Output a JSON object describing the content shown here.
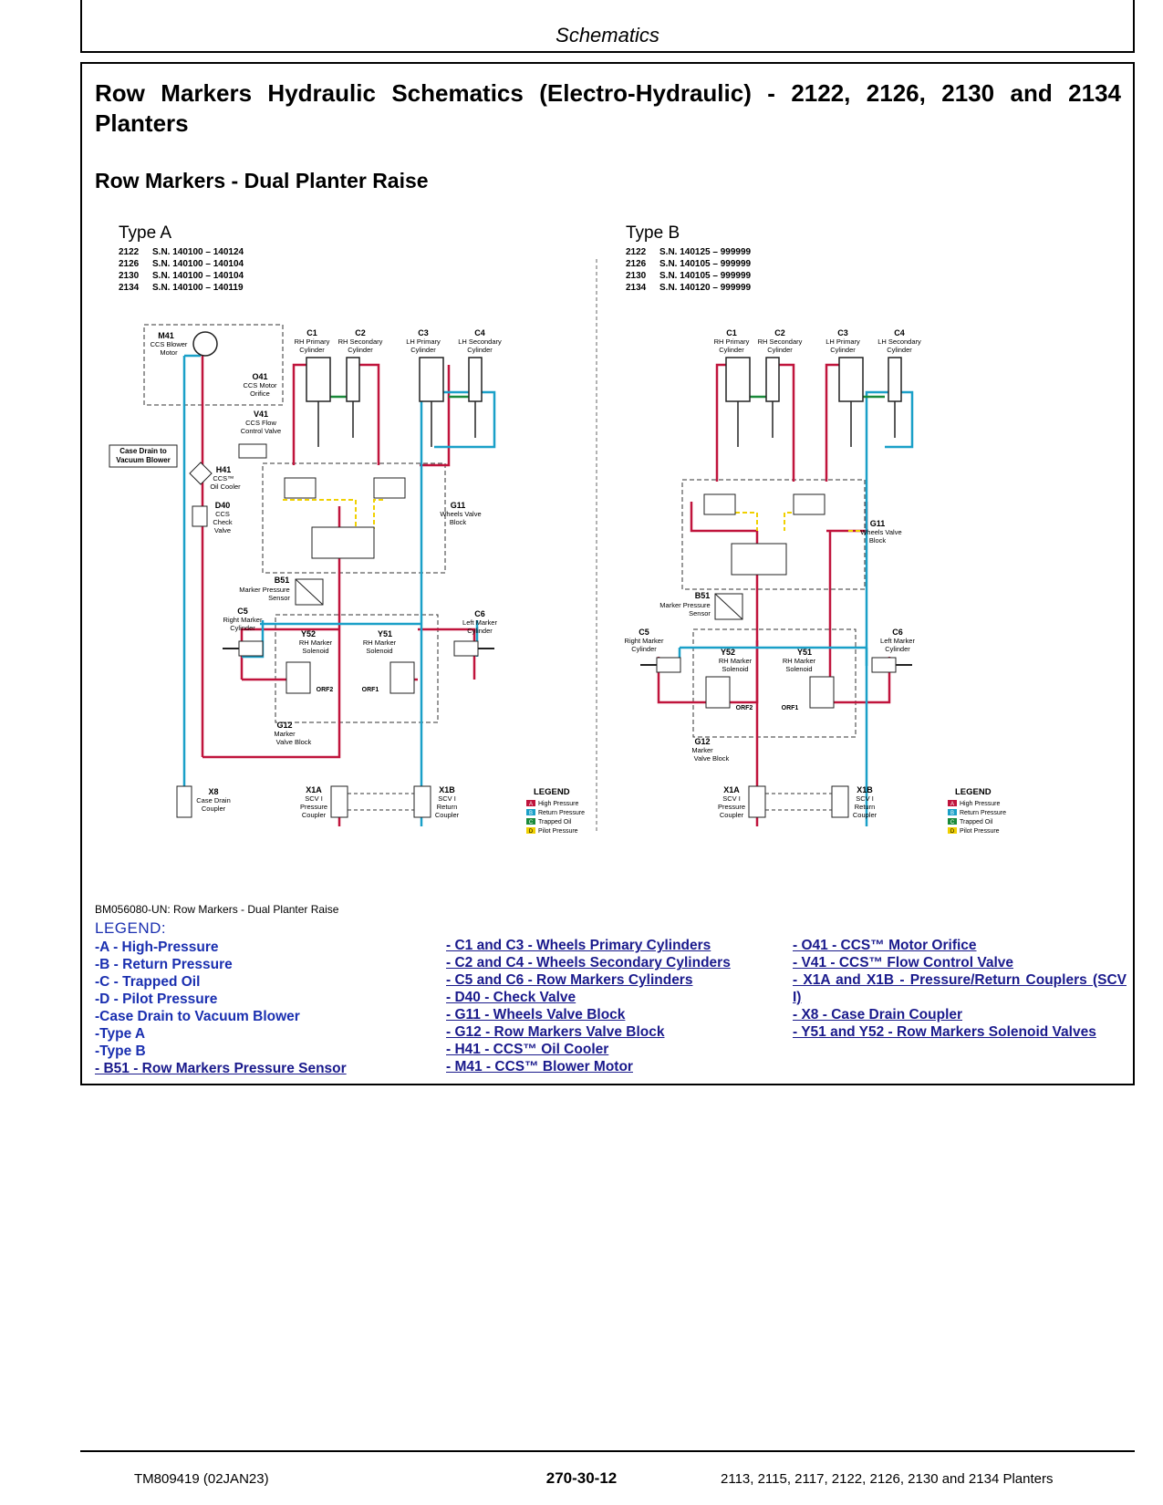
{
  "header": {
    "title": "Schematics"
  },
  "main": {
    "title": "Row Markers Hydraulic Schematics (Electro-Hydraulic) - 2122, 2126, 2130 and 2134 Planters",
    "section_title": "Row Markers - Dual Planter Raise"
  },
  "diagram": {
    "type_a": {
      "label": "Type A",
      "serials": [
        {
          "model": "2122",
          "sn": "S.N. 140100 – 140124"
        },
        {
          "model": "2126",
          "sn": "S.N. 140100 – 140104"
        },
        {
          "model": "2130",
          "sn": "S.N. 140100 – 140104"
        },
        {
          "model": "2134",
          "sn": "S.N. 140100 – 140119"
        }
      ]
    },
    "type_b": {
      "label": "Type B",
      "serials": [
        {
          "model": "2122",
          "sn": "S.N. 140125 – 999999"
        },
        {
          "model": "2126",
          "sn": "S.N. 140105 – 999999"
        },
        {
          "model": "2130",
          "sn": "S.N. 140105 – 999999"
        },
        {
          "model": "2134",
          "sn": "S.N. 140120 – 999999"
        }
      ]
    },
    "components": {
      "c1": {
        "code": "C1",
        "line1": "RH Primary",
        "line2": "Cylinder"
      },
      "c2": {
        "code": "C2",
        "line1": "RH Secondary",
        "line2": "Cylinder"
      },
      "c3": {
        "code": "C3",
        "line1": "LH Primary",
        "line2": "Cylinder"
      },
      "c4": {
        "code": "C4",
        "line1": "LH Secondary",
        "line2": "Cylinder"
      },
      "m41": {
        "code": "M41",
        "line1": "CCS Blower",
        "line2": "Motor"
      },
      "o41": {
        "code": "O41",
        "line1": "CCS Motor",
        "line2": "Orifice"
      },
      "v41": {
        "code": "V41",
        "line1": "CCS Flow",
        "line2": "Control Valve"
      },
      "h41": {
        "code": "H41",
        "line1": "CCS™",
        "line2": "Oil Cooler"
      },
      "d40": {
        "code": "D40",
        "line1": "CCS",
        "line2": "Check",
        "line3": "Valve"
      },
      "g11": {
        "code": "G11",
        "line1": "Wheels Valve",
        "line2": "Block"
      },
      "b51": {
        "code": "B51",
        "line1": "Marker Pressure",
        "line2": "Sensor"
      },
      "c5": {
        "code": "C5",
        "line1": "Right Marker",
        "line2": "Cylinder"
      },
      "c6": {
        "code": "C6",
        "line1": "Left Marker",
        "line2": "Cylinder"
      },
      "y52": {
        "code": "Y52",
        "line1": "RH Marker",
        "line2": "Solenoid"
      },
      "y51": {
        "code": "Y51",
        "line1": "RH Marker",
        "line2": "Solenoid"
      },
      "orf2": {
        "code": "ORF2"
      },
      "orf1": {
        "code": "ORF1"
      },
      "g12": {
        "code": "G12",
        "line1": "Marker",
        "line2": "Valve Block"
      },
      "x8": {
        "code": "X8",
        "line1": "Case Drain",
        "line2": "Coupler"
      },
      "x1a": {
        "code": "X1A",
        "line1": "SCV I",
        "line2": "Pressure",
        "line3": "Coupler"
      },
      "x1b": {
        "code": "X1B",
        "line1": "SCV I",
        "line2": "Return",
        "line3": "Coupler"
      },
      "case_drain": {
        "line1": "Case Drain to",
        "line2": "Vacuum Blower"
      }
    },
    "diagram_legend": {
      "title": "LEGEND",
      "items": [
        {
          "key": "A",
          "label": "High Pressure",
          "color": "#c0143c"
        },
        {
          "key": "B",
          "label": "Return Pressure",
          "color": "#1aa0c8"
        },
        {
          "key": "C",
          "label": "Trapped Oil",
          "color": "#1a8a3a"
        },
        {
          "key": "D",
          "label": "Pilot Pressure",
          "color": "#f0d000"
        }
      ]
    },
    "colors": {
      "high_pressure": "#c0143c",
      "return_pressure": "#1aa0c8",
      "trapped_oil": "#1a8a3a",
      "pilot_pressure": "#f0d000"
    },
    "caption": "BM056080-UN: Row Markers - Dual Planter Raise"
  },
  "legend": {
    "heading": "LEGEND:",
    "col1": [
      "-A - High-Pressure",
      "-B - Return Pressure",
      "-C - Trapped Oil",
      "-D - Pilot Pressure",
      "-Case Drain to Vacuum Blower",
      "-Type A",
      "-Type B",
      "- B51 - Row Markers Pressure Sensor"
    ],
    "col2": [
      "- C1 and C3 - Wheels Primary Cylinders",
      "- C2 and C4 - Wheels Secondary Cylinders",
      "- C5 and C6 - Row Markers Cylinders",
      "- D40 - Check Valve",
      "- G11 - Wheels Valve Block",
      "- G12 - Row Markers Valve Block",
      "- H41 - CCS™ Oil Cooler",
      "- M41 - CCS™ Blower Motor"
    ],
    "col3": [
      "- O41 - CCS™ Motor Orifice",
      "- V41 - CCS™ Flow Control Valve",
      "- X1A and X1B - Pressure/Return Couplers (SCV I)",
      "- X8 - Case Drain Coupler",
      "- Y51 and Y52 - Row Markers Solenoid Valves"
    ]
  },
  "footer": {
    "doc_id": "TM809419 (02JAN23)",
    "page": "270-30-12",
    "models": "2113, 2115, 2117, 2122, 2126, 2130 and 2134 Planters"
  }
}
